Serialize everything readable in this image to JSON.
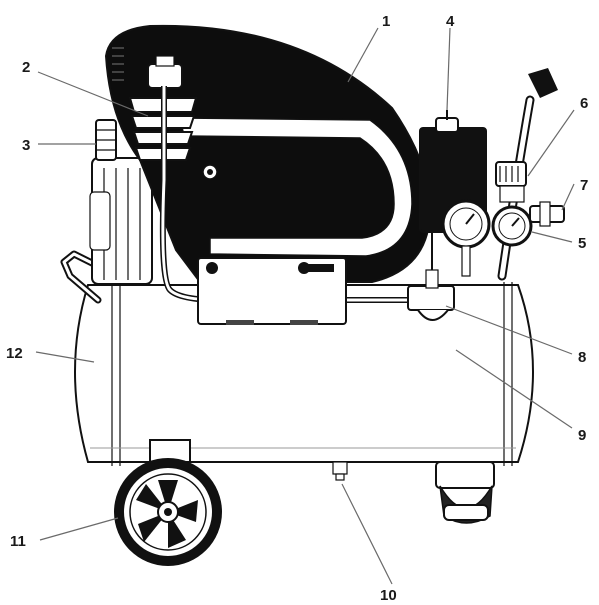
{
  "callouts": [
    {
      "id": "1",
      "label": "1"
    },
    {
      "id": "2",
      "label": "2"
    },
    {
      "id": "3",
      "label": "3"
    },
    {
      "id": "4",
      "label": "4"
    },
    {
      "id": "5",
      "label": "5"
    },
    {
      "id": "6",
      "label": "6"
    },
    {
      "id": "7",
      "label": "7"
    },
    {
      "id": "8",
      "label": "8"
    },
    {
      "id": "9",
      "label": "9"
    },
    {
      "id": "10",
      "label": "10"
    },
    {
      "id": "11",
      "label": "11"
    },
    {
      "id": "12",
      "label": "12"
    }
  ],
  "colors": {
    "ink": "#111111",
    "shroud": "#0d0d0d",
    "tank": "#ffffff",
    "leader": "#6a6a6a"
  }
}
